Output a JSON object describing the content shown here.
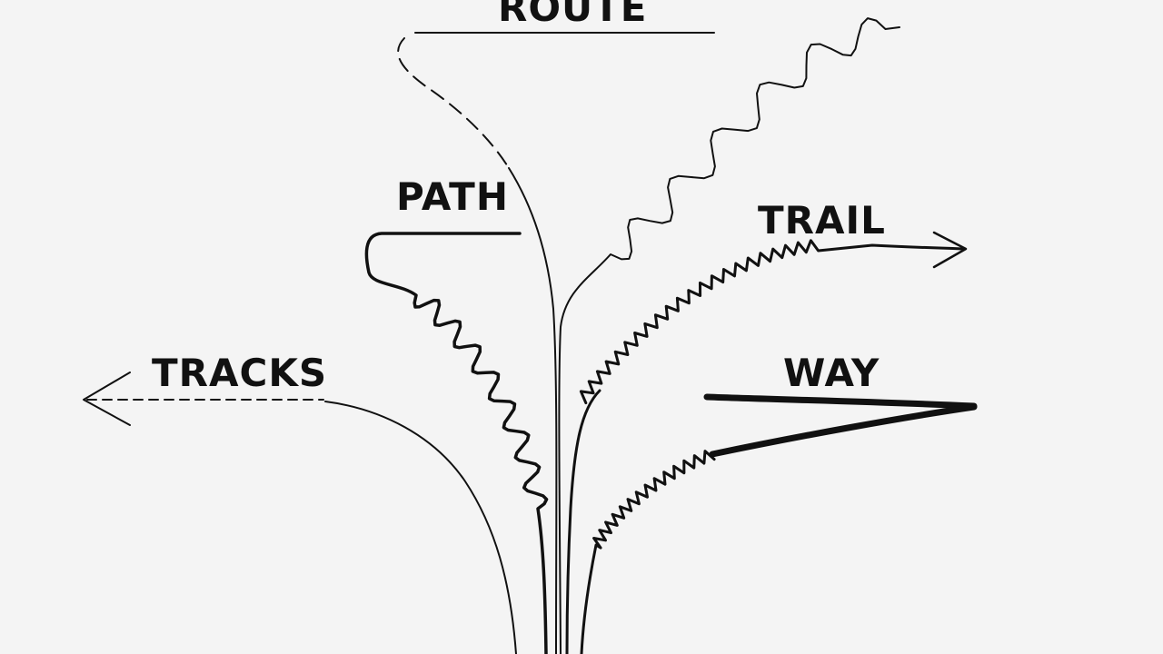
{
  "labels": {
    "route": "ROUTE",
    "path": "PATH",
    "trail": "TRAIL",
    "tracks": "TRACKS",
    "way": "WAY"
  },
  "colors": {
    "background": "#f4f4f4",
    "ink": "#111111"
  }
}
